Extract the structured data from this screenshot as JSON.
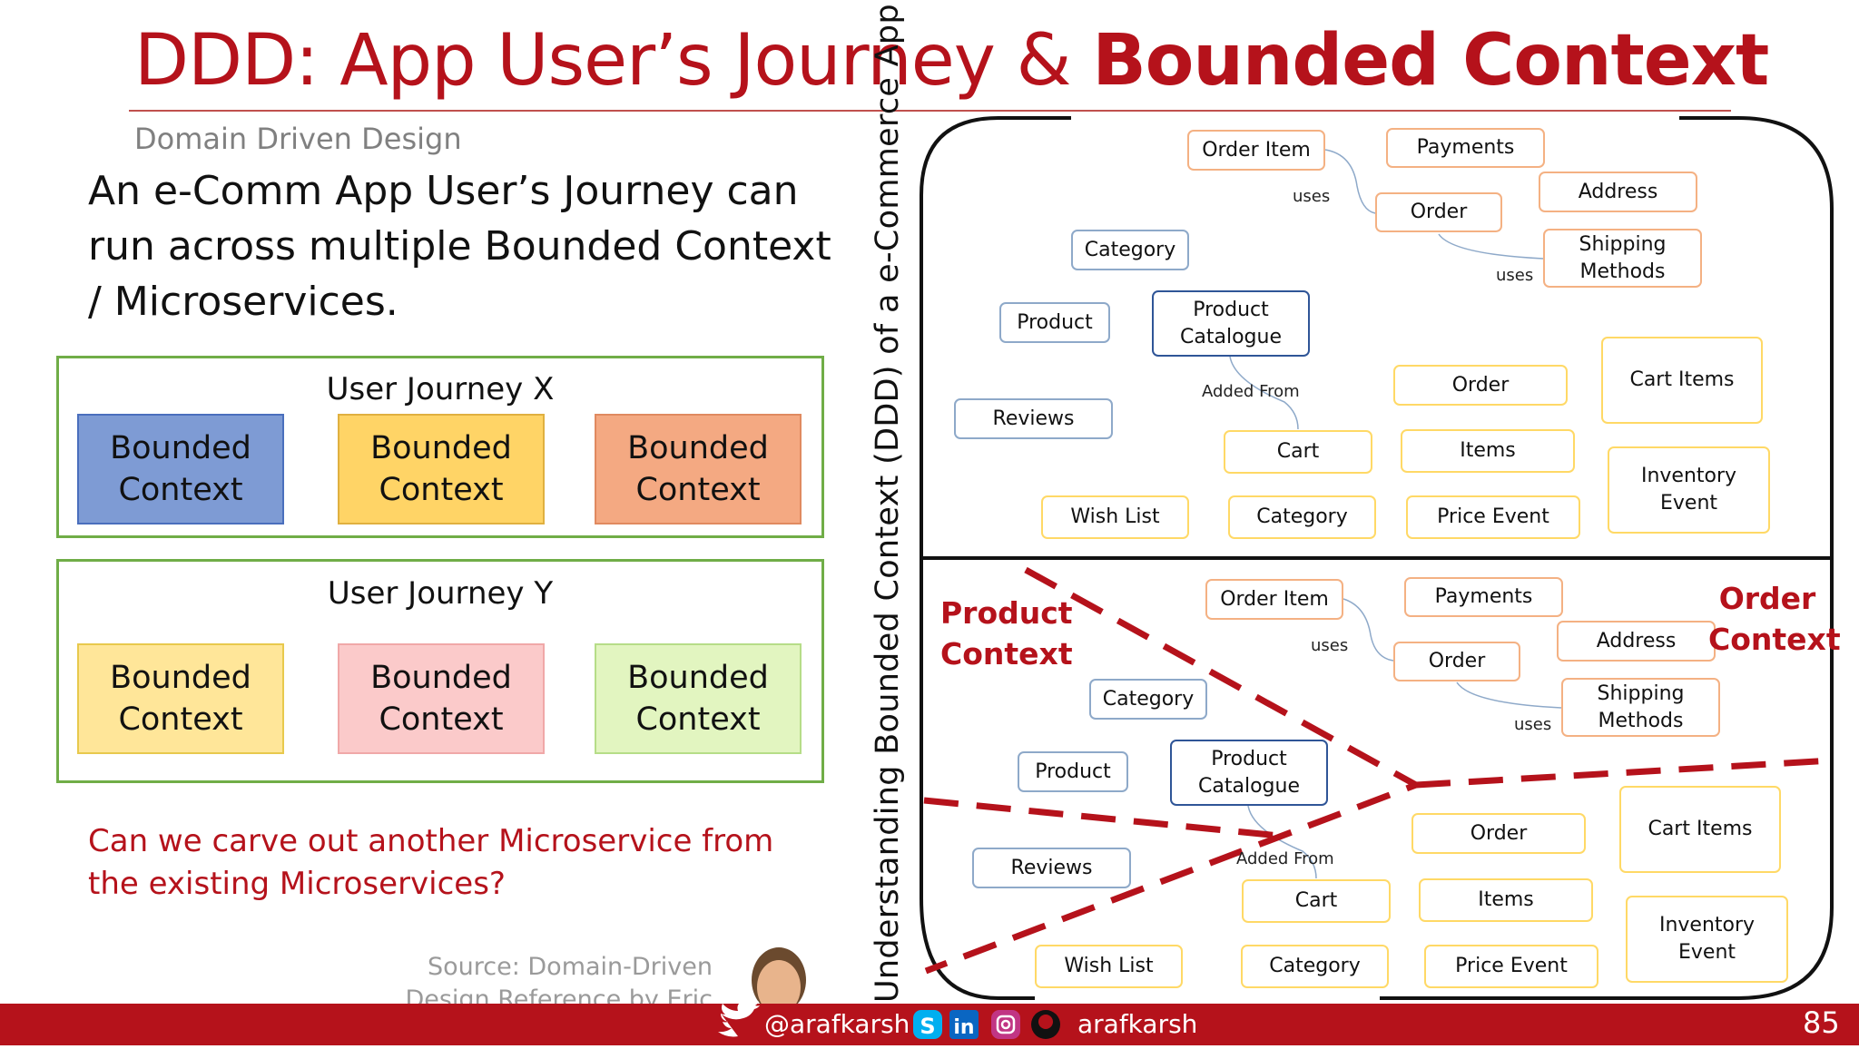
{
  "slide": {
    "title_plain": "DDD: App User’s Journey & ",
    "title_bold": "Bounded Context",
    "subtitle": "Domain Driven Design",
    "lead": "An e-Comm App User’s Journey can run across multiple Bounded Context / Microservices.",
    "question": "Can we carve out another Microservice from the existing  Microservices?",
    "source": "Source: Domain-Driven Design Reference by Eric Evans",
    "page_number": "85"
  },
  "journeys": [
    {
      "title": "User Journey X",
      "contexts": [
        {
          "label": "Bounded Context",
          "fill": "#4472c4",
          "alpha_fill": "#7e9bd4"
        },
        {
          "label": "Bounded Context",
          "fill": "#ffc000",
          "alpha_fill": "#ffd466"
        },
        {
          "label": "Bounded Context",
          "fill": "#ed7d31",
          "alpha_fill": "#f4a982"
        }
      ]
    },
    {
      "title": "User Journey Y",
      "contexts": [
        {
          "label": "Bounded Context",
          "fill": "#ffe699"
        },
        {
          "label": "Bounded Context",
          "fill": "#fbcaca"
        },
        {
          "label": "Bounded Context",
          "fill": "#e2f5c0"
        }
      ]
    }
  ],
  "diagram": {
    "vertical_label": "Understanding Bounded Context (DDD) of a e-Commerce App",
    "top_panel": {
      "nodes": {
        "order_item": "Order Item",
        "payments": "Payments",
        "address": "Address",
        "order": "Order",
        "shipping": "Shipping Methods",
        "category": "Category",
        "product": "Product",
        "product_catalogue": "Product Catalogue",
        "reviews": "Reviews",
        "order2": "Order",
        "cart_items": "Cart Items",
        "cart": "Cart",
        "items": "Items",
        "inventory_event": "Inventory Event",
        "wish_list": "Wish List",
        "category2": "Category",
        "price_event": "Price Event"
      },
      "edge_labels": {
        "uses_1": "uses",
        "uses_2": "uses",
        "added_from": "Added From"
      }
    },
    "bottom_panel": {
      "nodes": {
        "order_item": "Order Item",
        "payments": "Payments",
        "address": "Address",
        "order": "Order",
        "shipping": "Shipping Methods",
        "category": "Category",
        "product": "Product",
        "product_catalogue": "Product Catalogue",
        "reviews": "Reviews",
        "order2": "Order",
        "cart_items": "Cart Items",
        "cart": "Cart",
        "items": "Items",
        "inventory_event": "Inventory Event",
        "wish_list": "Wish List",
        "category2": "Category",
        "price_event": "Price Event"
      },
      "edge_labels": {
        "uses_1": "uses",
        "uses_2": "uses",
        "added_from": "Added From"
      },
      "product_context": "Product Context",
      "order_context": "Order Context"
    }
  },
  "footer": {
    "twitter_handle": "@arafkarsh",
    "social_handle": "arafkarsh",
    "icons": [
      "twitter-icon",
      "skype-icon",
      "linkedin-icon",
      "instagram-icon",
      "github-icon"
    ]
  },
  "colors": {
    "accent": "#b5121b",
    "journey_border": "#70ad47",
    "diagram_line": "#111111"
  }
}
